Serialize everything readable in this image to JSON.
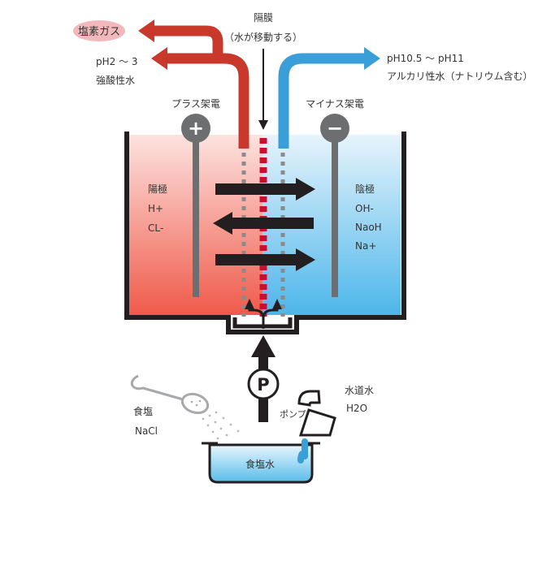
{
  "labels": {
    "chlorine_gas": "塩素ガス",
    "membrane": "隔膜",
    "membrane_note": "（水が移動する）",
    "acid_ph": "pH2 ～ 3",
    "acid_water": "強酸性水",
    "alkali_ph": "pH10.5 ～ pH11",
    "alkali_water": "アルカリ性水（ナトリウム含む）",
    "plus_electrode": "プラス架電",
    "minus_electrode": "マイナス架電",
    "anode": "陽極",
    "anode_ion1": "H+",
    "anode_ion2": "CL-",
    "cathode": "陰極",
    "cathode_ion1": "OH-",
    "cathode_ion2": "NaoH",
    "cathode_ion3": "Na+",
    "plus_symbol": "+",
    "minus_symbol": "−",
    "pump_letter": "P",
    "pump": "ポンプ",
    "tap_water": "水道水",
    "h2o": "H2O",
    "salt": "食塩",
    "nacl": "NaCl",
    "salt_water": "食塩水"
  },
  "colors": {
    "acid_red": "#c8392b",
    "alkali_blue": "#3a9fd8",
    "tank_black": "#231f20",
    "electrode_gray": "#6d6e70",
    "gas_bubble": "#f3b8bc"
  }
}
